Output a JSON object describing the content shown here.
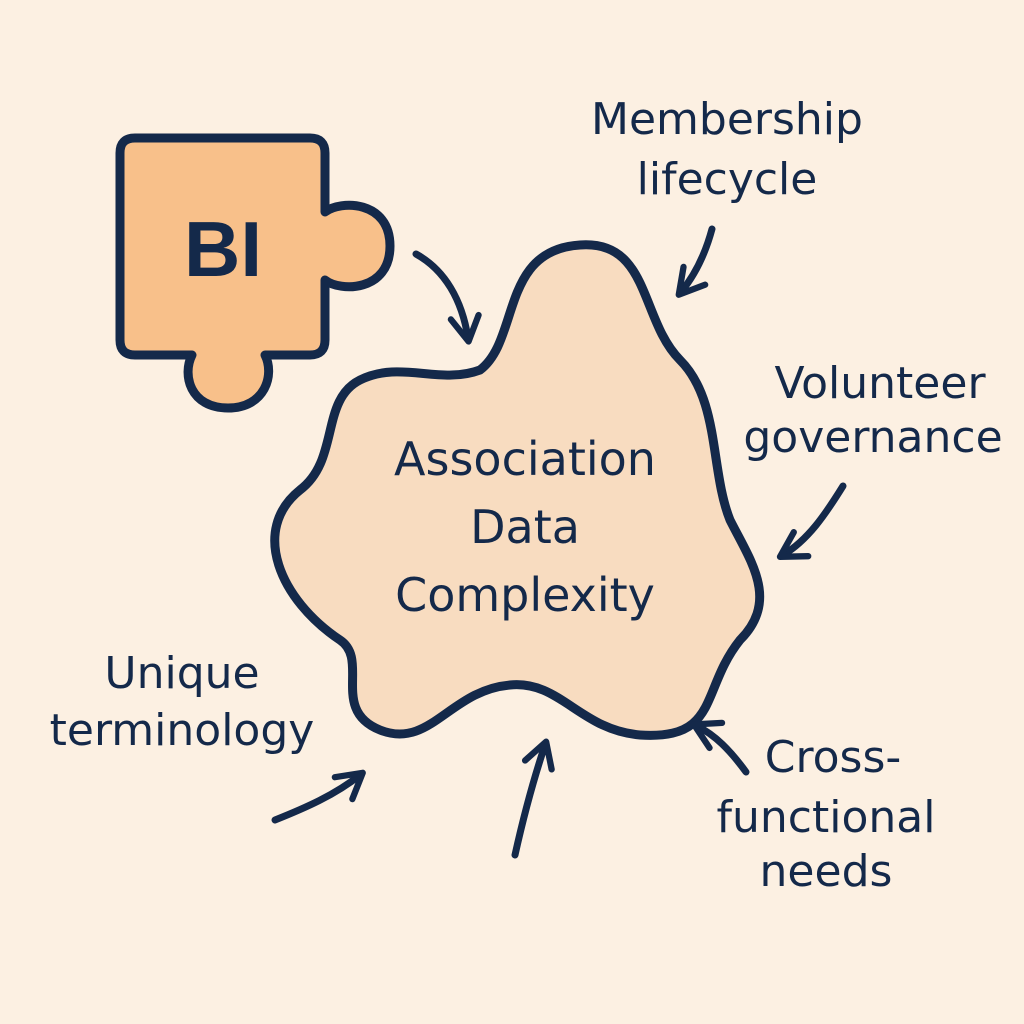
{
  "colors": {
    "background": "#FCF0E2",
    "blob_fill": "#F8DCC0",
    "puzzle_fill": "#F8C08A",
    "stroke": "#14294A"
  },
  "puzzle": {
    "label": "BI",
    "icon": "puzzle-piece-icon"
  },
  "center": {
    "lines": [
      "Association",
      "Data",
      "Complexity"
    ]
  },
  "factors": [
    {
      "lines": [
        "Membership",
        "lifecycle"
      ]
    },
    {
      "lines": [
        "Volunteer",
        "governance"
      ]
    },
    {
      "lines": [
        "Cross-",
        "functional",
        "needs"
      ]
    },
    {
      "lines": [
        "Unique",
        "terminology"
      ]
    }
  ]
}
